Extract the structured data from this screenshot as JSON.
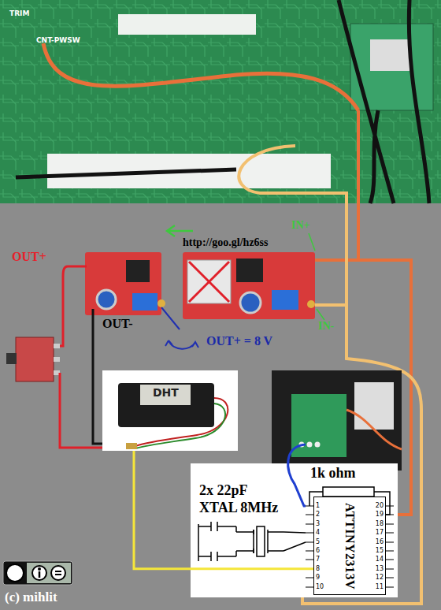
{
  "diagram": {
    "nodes": [
      {
        "text": [
          "2x 22pF",
          "XTAL 8MHz",
          "1k ohm"
        ]
      },
      {
        "text": [
          "ATTINY2313V"
        ],
        "in": 0
      },
      {
        "text": [
          "DHT"
        ]
      }
    ],
    "edges": [
      {
        "from": 2,
        "to": 1,
        "arrow": "none"
      }
    ],
    "labels": [
      "OUT+",
      "http://goo.gl/hz6ss",
      "IN+",
      "OUT-",
      "IN-",
      "OUT+ = 8 V",
      "TRIM",
      "CNT-PWSW",
      "(c) mihlit",
      "1",
      "2",
      "3",
      "4",
      "5",
      "6",
      "7",
      "8",
      "9",
      "10",
      "20",
      "19",
      "18",
      "17",
      "16",
      "15",
      "14",
      "13",
      "12",
      "11"
    ]
  }
}
